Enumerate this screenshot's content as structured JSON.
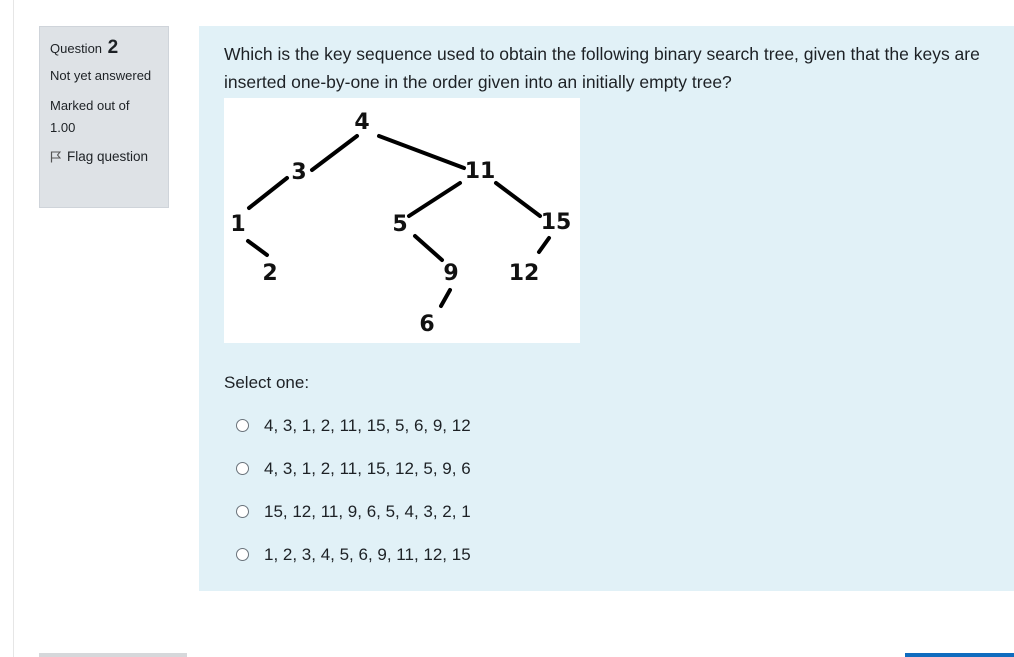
{
  "question_info": {
    "question_word": "Question",
    "question_number": "2",
    "state": "Not yet answered",
    "grade": "Marked out of 1.00",
    "flag_label": "Flag question"
  },
  "question": {
    "text": "Which is the key sequence used to obtain the following binary search tree, given that the keys are inserted one-by-one in the order given into an initially empty tree?",
    "tree_nodes": [
      "4",
      "3",
      "11",
      "1",
      "5",
      "15",
      "2",
      "9",
      "12",
      "6"
    ],
    "prompt": "Select one:",
    "options": [
      "4, 3, 1, 2, 11, 15, 5, 6, 9, 12",
      "4, 3, 1, 2, 11, 15, 12, 5, 9, 6",
      "15, 12, 11, 9, 6, 5, 4, 3, 2, 1",
      "1, 2, 3, 4, 5, 6, 9, 11, 12, 15"
    ]
  }
}
